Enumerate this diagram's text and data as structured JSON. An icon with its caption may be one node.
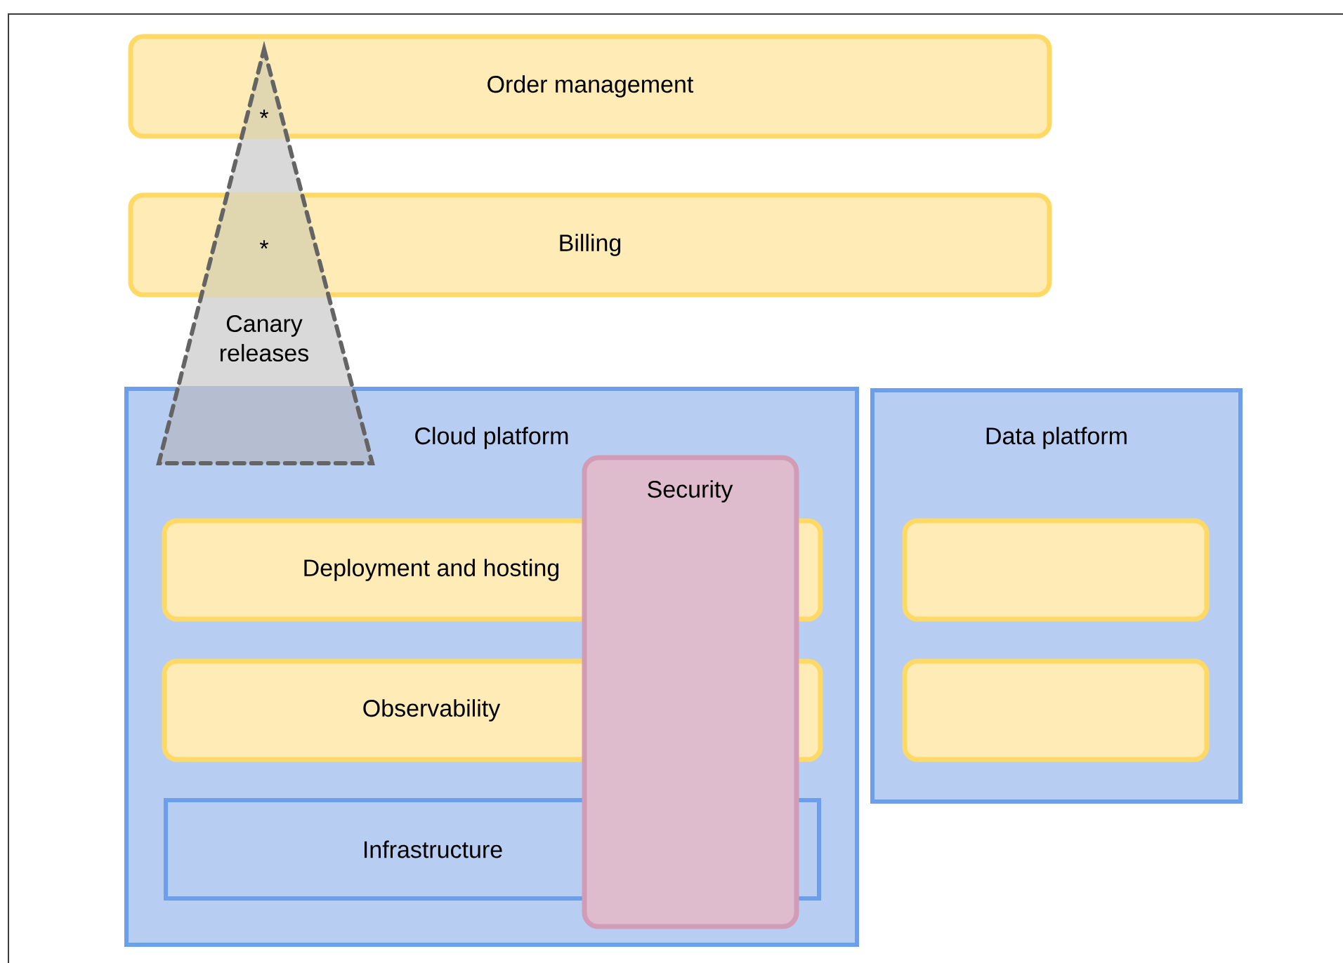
{
  "diagram": {
    "nodes": [
      {
        "text": [
          "Order management"
        ]
      },
      {
        "text": [
          "Billing"
        ]
      },
      {
        "text": [
          "Canary releases"
        ]
      },
      {
        "text": [
          "Cloud platform"
        ]
      },
      {
        "text": [
          "Deployment and hosting"
        ],
        "in": 3
      },
      {
        "text": [
          "Observability"
        ],
        "in": 3
      },
      {
        "text": [
          "Infrastructure"
        ],
        "in": 3
      },
      {
        "text": [
          "Security"
        ],
        "in": 3
      },
      {
        "text": [
          "Data platform"
        ]
      },
      {
        "text": [],
        "shape": "box",
        "in": 8
      },
      {
        "text": [],
        "shape": "box",
        "in": 8
      }
    ],
    "edges": [],
    "labels": [
      "*",
      "*"
    ]
  }
}
